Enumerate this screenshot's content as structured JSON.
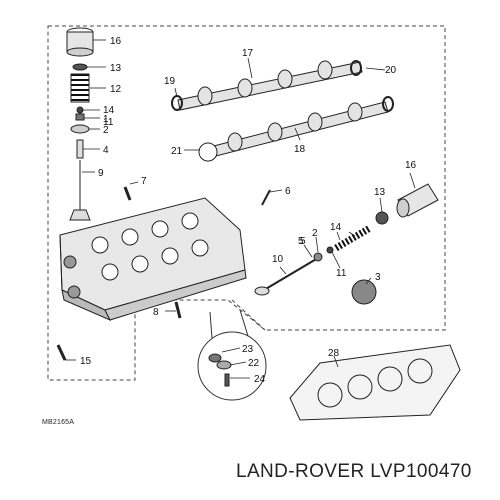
{
  "diagram": {
    "reference_code": "MB2165A",
    "caption": "LAND-ROVER LVP100470",
    "callouts": [
      {
        "id": "p1",
        "label": "1"
      },
      {
        "id": "p2",
        "label": "2"
      },
      {
        "id": "p3",
        "label": "3"
      },
      {
        "id": "p4",
        "label": "4"
      },
      {
        "id": "p5",
        "label": "5"
      },
      {
        "id": "p6",
        "label": "6"
      },
      {
        "id": "p7",
        "label": "7"
      },
      {
        "id": "p8",
        "label": "8"
      },
      {
        "id": "p9",
        "label": "9"
      },
      {
        "id": "p10",
        "label": "10"
      },
      {
        "id": "p11",
        "label": "11"
      },
      {
        "id": "p12",
        "label": "12"
      },
      {
        "id": "p13",
        "label": "13"
      },
      {
        "id": "p14",
        "label": "14"
      },
      {
        "id": "p15",
        "label": "15"
      },
      {
        "id": "p16",
        "label": "16"
      },
      {
        "id": "p17",
        "label": "17"
      },
      {
        "id": "p18",
        "label": "18"
      },
      {
        "id": "p19",
        "label": "19"
      },
      {
        "id": "p20",
        "label": "20"
      },
      {
        "id": "p21",
        "label": "21"
      },
      {
        "id": "p22",
        "label": "22"
      },
      {
        "id": "p23",
        "label": "23"
      },
      {
        "id": "p24",
        "label": "24"
      },
      {
        "id": "p28",
        "label": "28"
      },
      {
        "id": "p2b",
        "label": "2"
      },
      {
        "id": "p5b",
        "label": "5"
      },
      {
        "id": "p11b",
        "label": "11"
      },
      {
        "id": "p13b",
        "label": "13"
      },
      {
        "id": "p14b",
        "label": "14"
      },
      {
        "id": "p16b",
        "label": "16"
      }
    ]
  }
}
